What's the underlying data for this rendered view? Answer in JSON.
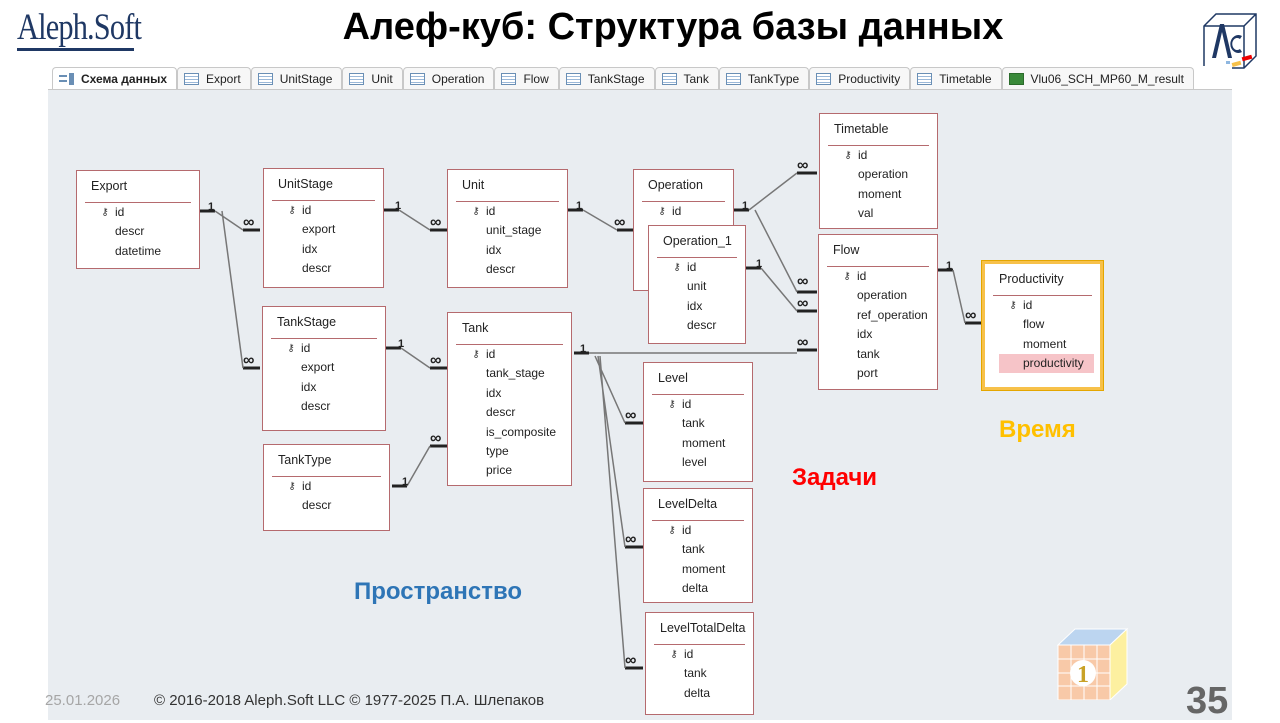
{
  "header": {
    "logo": "Aleph.Soft",
    "title": "Алеф-куб: Структура базы данных",
    "corner_logo": "AC"
  },
  "tabs": [
    {
      "label": "Схема данных",
      "icon": "schema-icon",
      "active": true
    },
    {
      "label": "Export",
      "icon": "table-icon"
    },
    {
      "label": "UnitStage",
      "icon": "table-icon"
    },
    {
      "label": "Unit",
      "icon": "table-icon"
    },
    {
      "label": "Operation",
      "icon": "table-icon"
    },
    {
      "label": "Flow",
      "icon": "table-icon"
    },
    {
      "label": "TankStage",
      "icon": "table-icon"
    },
    {
      "label": "Tank",
      "icon": "table-icon"
    },
    {
      "label": "TankType",
      "icon": "table-icon"
    },
    {
      "label": "Productivity",
      "icon": "table-icon"
    },
    {
      "label": "Timetable",
      "icon": "table-icon"
    },
    {
      "label": "Vlu06_SCH_MP60_M_result",
      "icon": "query-icon"
    }
  ],
  "tables": [
    {
      "name": "Export",
      "fields": [
        "id",
        "descr",
        "datetime"
      ]
    },
    {
      "name": "UnitStage",
      "fields": [
        "id",
        "export",
        "idx",
        "descr"
      ]
    },
    {
      "name": "Unit",
      "fields": [
        "id",
        "unit_stage",
        "idx",
        "descr"
      ]
    },
    {
      "name": "Operation",
      "fields": [
        "id"
      ]
    },
    {
      "name": "Operation_1",
      "fields": [
        "id",
        "unit",
        "idx",
        "descr"
      ]
    },
    {
      "name": "Timetable",
      "fields": [
        "id",
        "operation",
        "moment",
        "val"
      ]
    },
    {
      "name": "Flow",
      "fields": [
        "id",
        "operation",
        "ref_operation",
        "idx",
        "tank",
        "port"
      ]
    },
    {
      "name": "Productivity",
      "fields": [
        "id",
        "flow",
        "moment",
        "productivity"
      ],
      "highlight": "productivity"
    },
    {
      "name": "TankStage",
      "fields": [
        "id",
        "export",
        "idx",
        "descr"
      ]
    },
    {
      "name": "Tank",
      "fields": [
        "id",
        "tank_stage",
        "idx",
        "descr",
        "is_composite",
        "type",
        "price"
      ]
    },
    {
      "name": "TankType",
      "fields": [
        "id",
        "descr"
      ]
    },
    {
      "name": "Level",
      "fields": [
        "id",
        "tank",
        "moment",
        "level"
      ]
    },
    {
      "name": "LevelDelta",
      "fields": [
        "id",
        "tank",
        "moment",
        "delta"
      ]
    },
    {
      "name": "LevelTotalDelta",
      "fields": [
        "id",
        "tank",
        "delta"
      ]
    }
  ],
  "relationship_symbols": {
    "one": "1",
    "many": "∞"
  },
  "labels": {
    "space": "Пространство",
    "tasks": "Задачи",
    "time": "Время"
  },
  "colors": {
    "space": "#2e75b6",
    "tasks": "#ff0000",
    "time": "#ffc000"
  },
  "footer": {
    "date": "25.01.2026",
    "copyright": "© 2016-2018 Aleph.Soft LLC © 1977-2025 П.А. Шлепаков",
    "page": "35",
    "cube_number": "1"
  }
}
